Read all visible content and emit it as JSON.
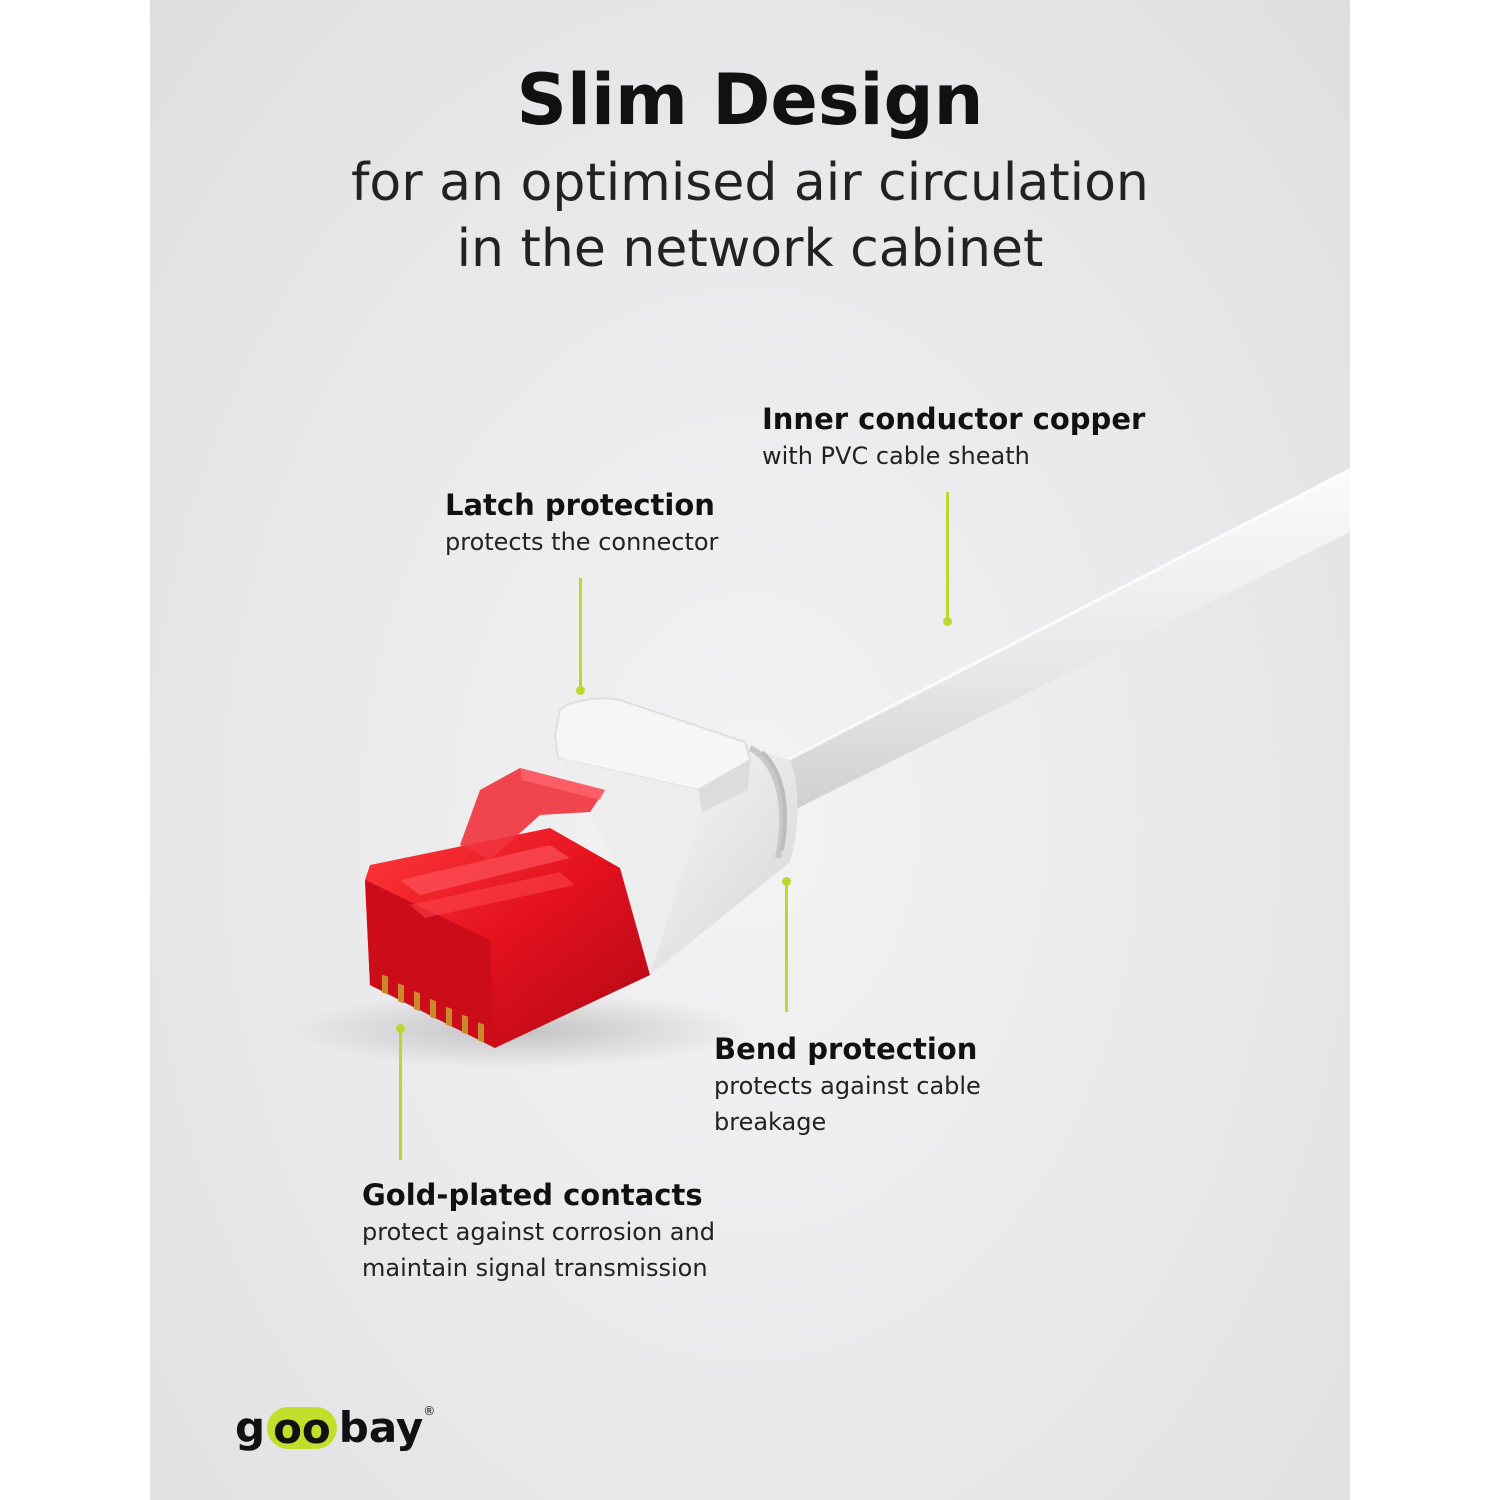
{
  "heading": {
    "title": "Slim Design",
    "subtitle_line1": "for an optimised air circulation",
    "subtitle_line2": "in the network cabinet"
  },
  "callouts": {
    "inner_conductor": {
      "title": "Inner conductor copper",
      "desc": "with PVC cable sheath"
    },
    "latch": {
      "title": "Latch protection",
      "desc": "protects the connector"
    },
    "bend": {
      "title": "Bend protection",
      "desc_line1": "protects against cable",
      "desc_line2": "breakage"
    },
    "gold": {
      "title": "Gold-plated contacts",
      "desc_line1": "protect against corrosion and",
      "desc_line2": "maintain signal transmission"
    }
  },
  "brand": {
    "logo_g": "g",
    "logo_oo": "oo",
    "logo_bay": "bay",
    "logo_reg": "®"
  },
  "colors": {
    "accent": "#b9d832",
    "connector_red": "#e3101e",
    "cable_white": "#f2f2f2"
  },
  "icons": {
    "product": "rj45-connector-illustration"
  }
}
